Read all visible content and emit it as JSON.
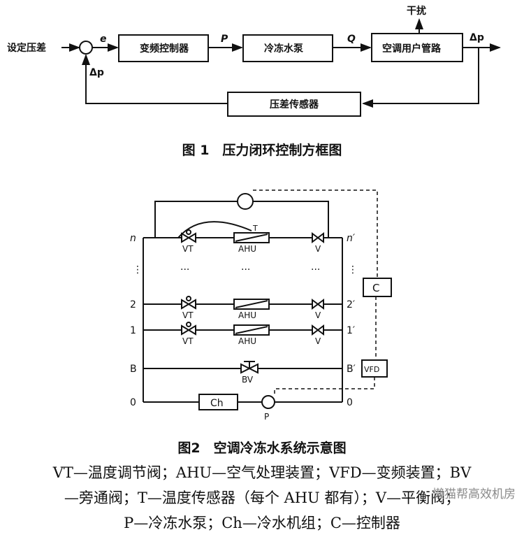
{
  "figure1": {
    "input_label": "设定压差",
    "error_label": "e",
    "blocks": [
      "变频控制器",
      "冷冻水泵",
      "空调用户管路",
      "压差传感器"
    ],
    "signal_p": "P",
    "signal_q": "Q",
    "disturbance": "干扰",
    "output_label": "Δp",
    "feedback_label": "Δp",
    "caption": "图 1　压力闭环控制方框图"
  },
  "figure2": {
    "rows_left": [
      "n",
      "⋮",
      "2",
      "1",
      "B",
      "0"
    ],
    "rows_right": [
      "n′",
      "⋮",
      "2′",
      "1′",
      "B′",
      "0"
    ],
    "vt": "VT",
    "ahu": "AHU",
    "v": "V",
    "bv": "BV",
    "t": "T",
    "dots": "···",
    "controller": "C",
    "vfd": "VFD",
    "chiller": "Ch",
    "pump": "P",
    "caption": "图2　空调冷冻水系统示意图"
  },
  "legend": {
    "line1": "VT—温度调节阀；AHU—空气处理装置；VFD—变频装置；BV",
    "line2": "—旁通阀；T—温度传感器（每个 AHU 都有）；V—平衡阀；",
    "line3": "P—冷冻水泵；Ch—冷水机组；C—控制器"
  },
  "watermark": "懒猫帮高效机房"
}
